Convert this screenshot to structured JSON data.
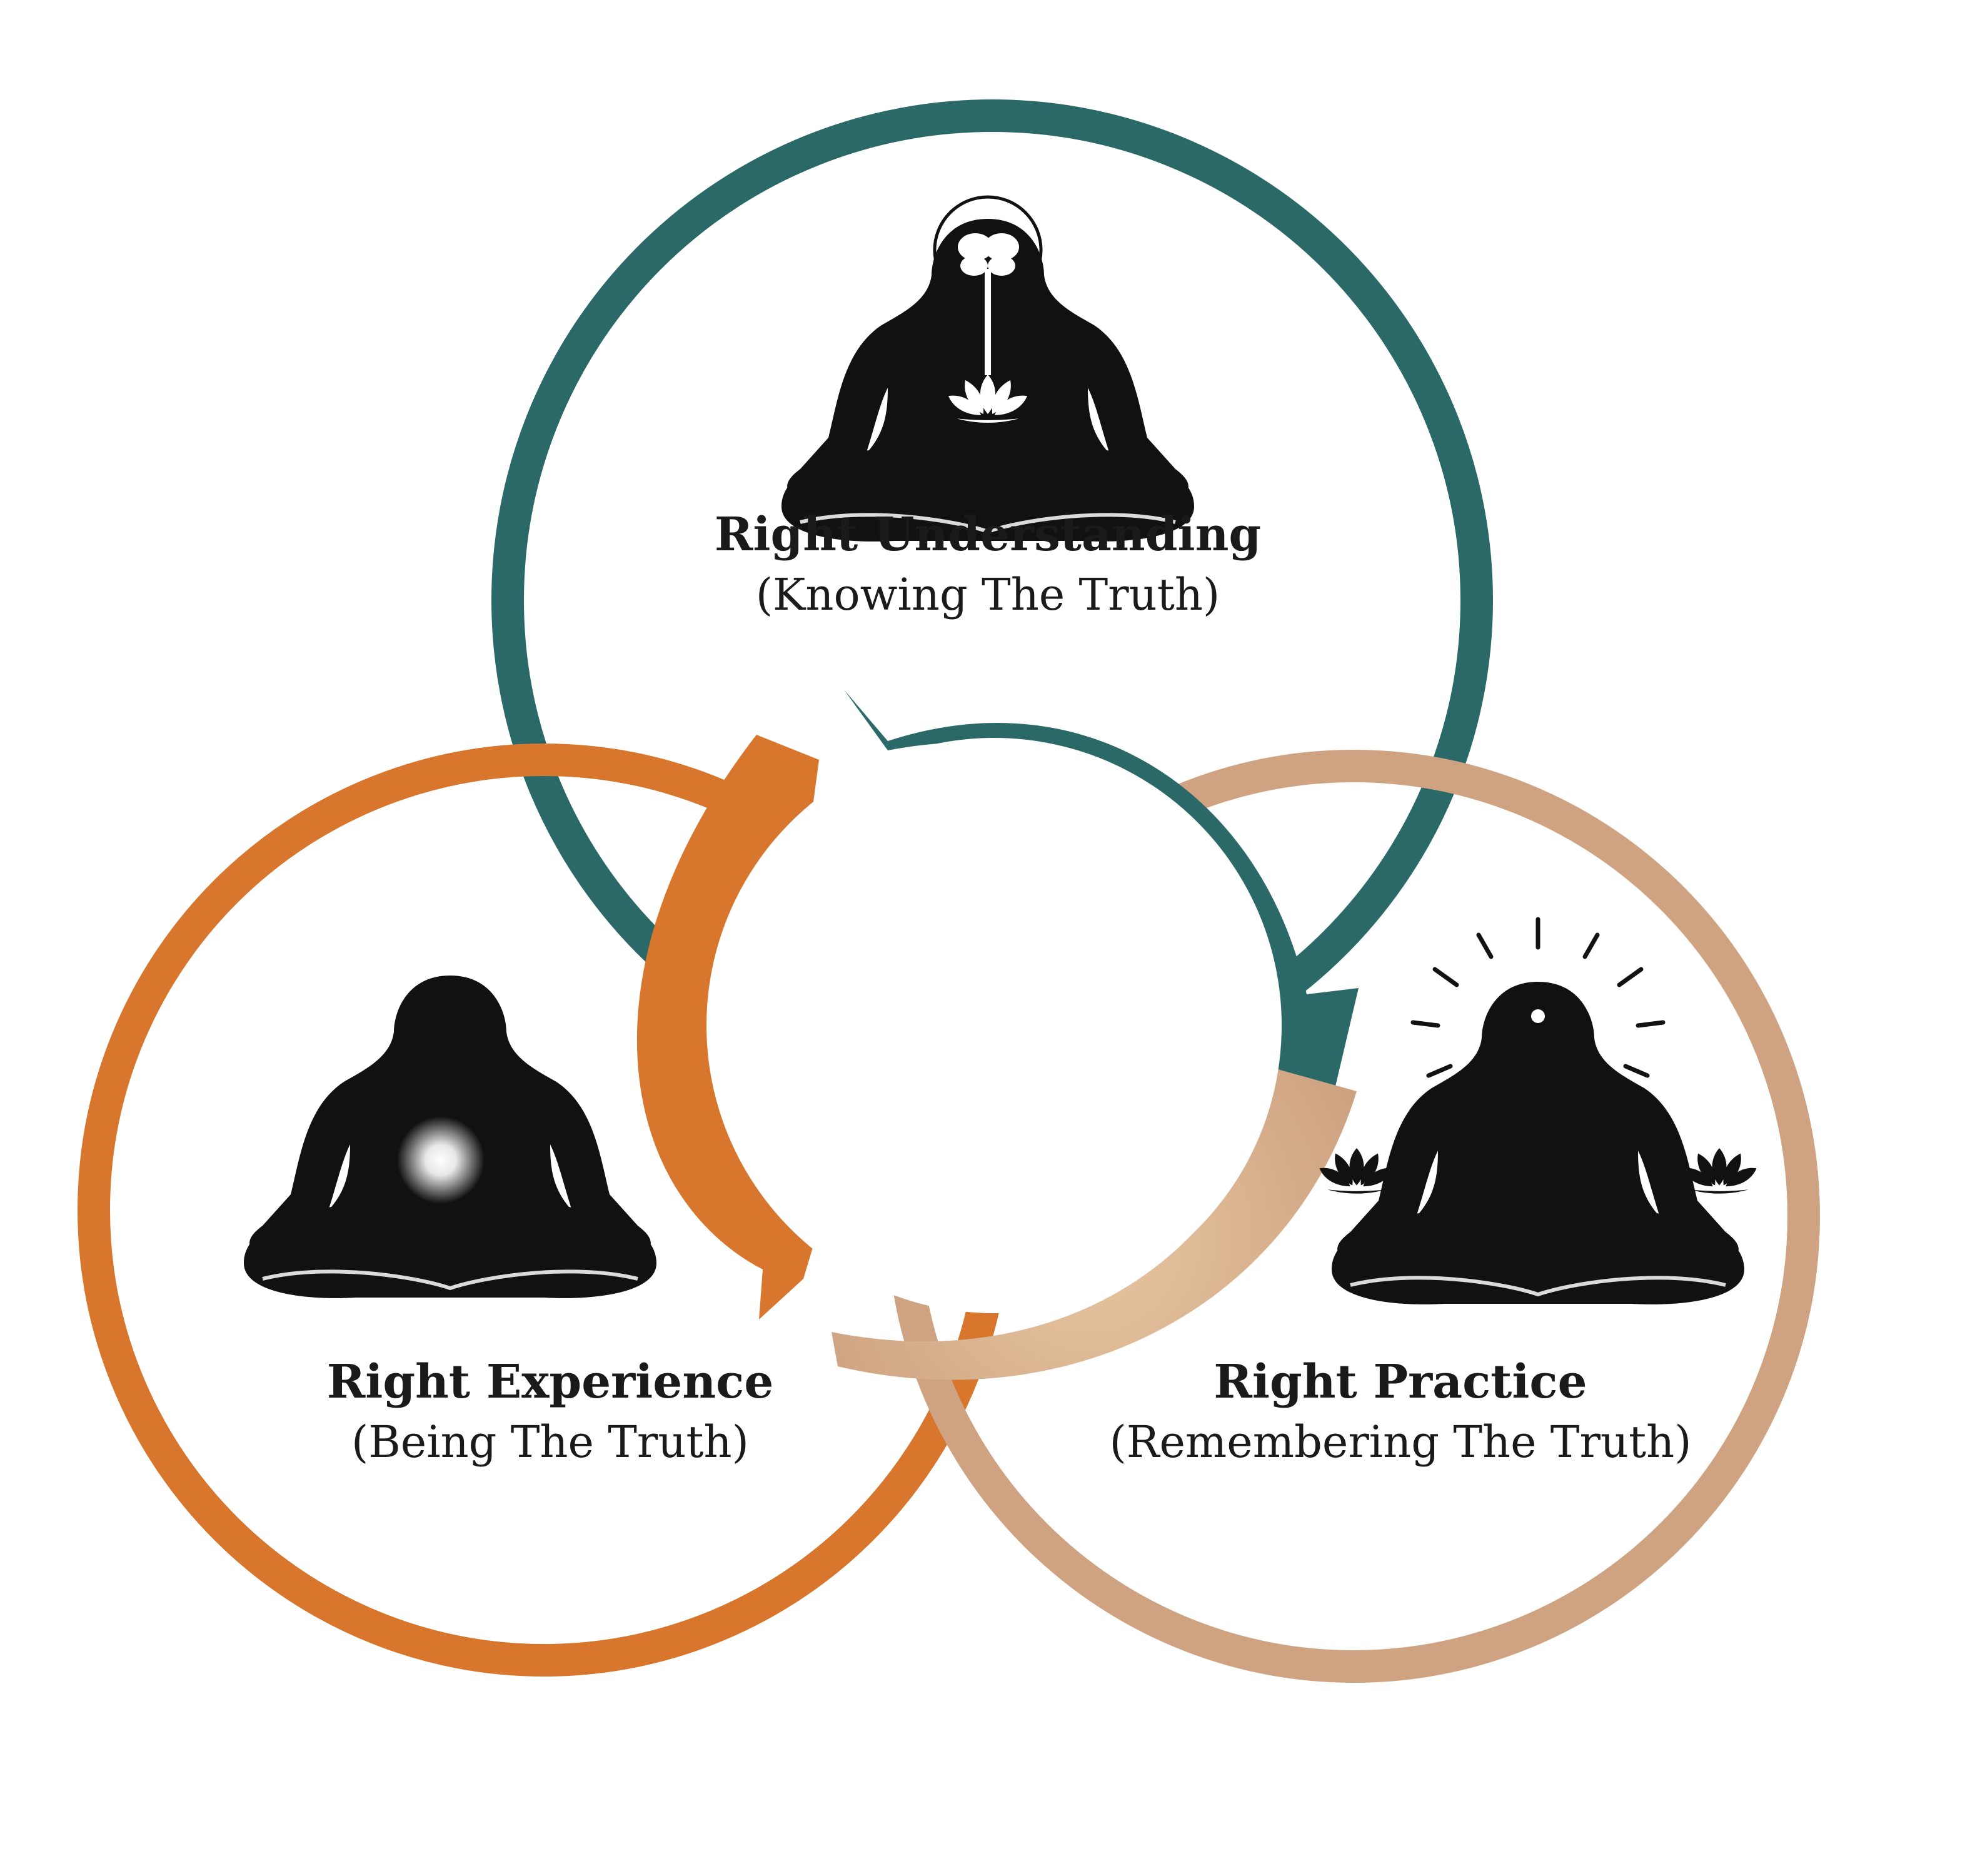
{
  "colors": {
    "understanding": "#2a6967",
    "experience": "#d7762c",
    "practice": "#cfa382",
    "practice_light": "#e6c49f",
    "figure": "#111111",
    "background": "#ffffff"
  },
  "nodes": [
    {
      "id": "understanding",
      "title": "Right Understanding",
      "subtitle": "(Knowing The Truth)",
      "icon": "meditating-figure-brain-lotus-icon"
    },
    {
      "id": "experience",
      "title": "Right Experience",
      "subtitle": "(Being The Truth)",
      "icon": "meditating-figure-glowing-heart-icon"
    },
    {
      "id": "practice",
      "title": "Right Practice",
      "subtitle": "(Remembering The Truth)",
      "icon": "meditating-figure-radiant-lotus-icon"
    }
  ],
  "cycle": {
    "direction": "clockwise",
    "arrows": [
      {
        "from": "understanding",
        "to": "practice"
      },
      {
        "from": "practice",
        "to": "experience"
      },
      {
        "from": "experience",
        "to": "understanding"
      }
    ]
  }
}
